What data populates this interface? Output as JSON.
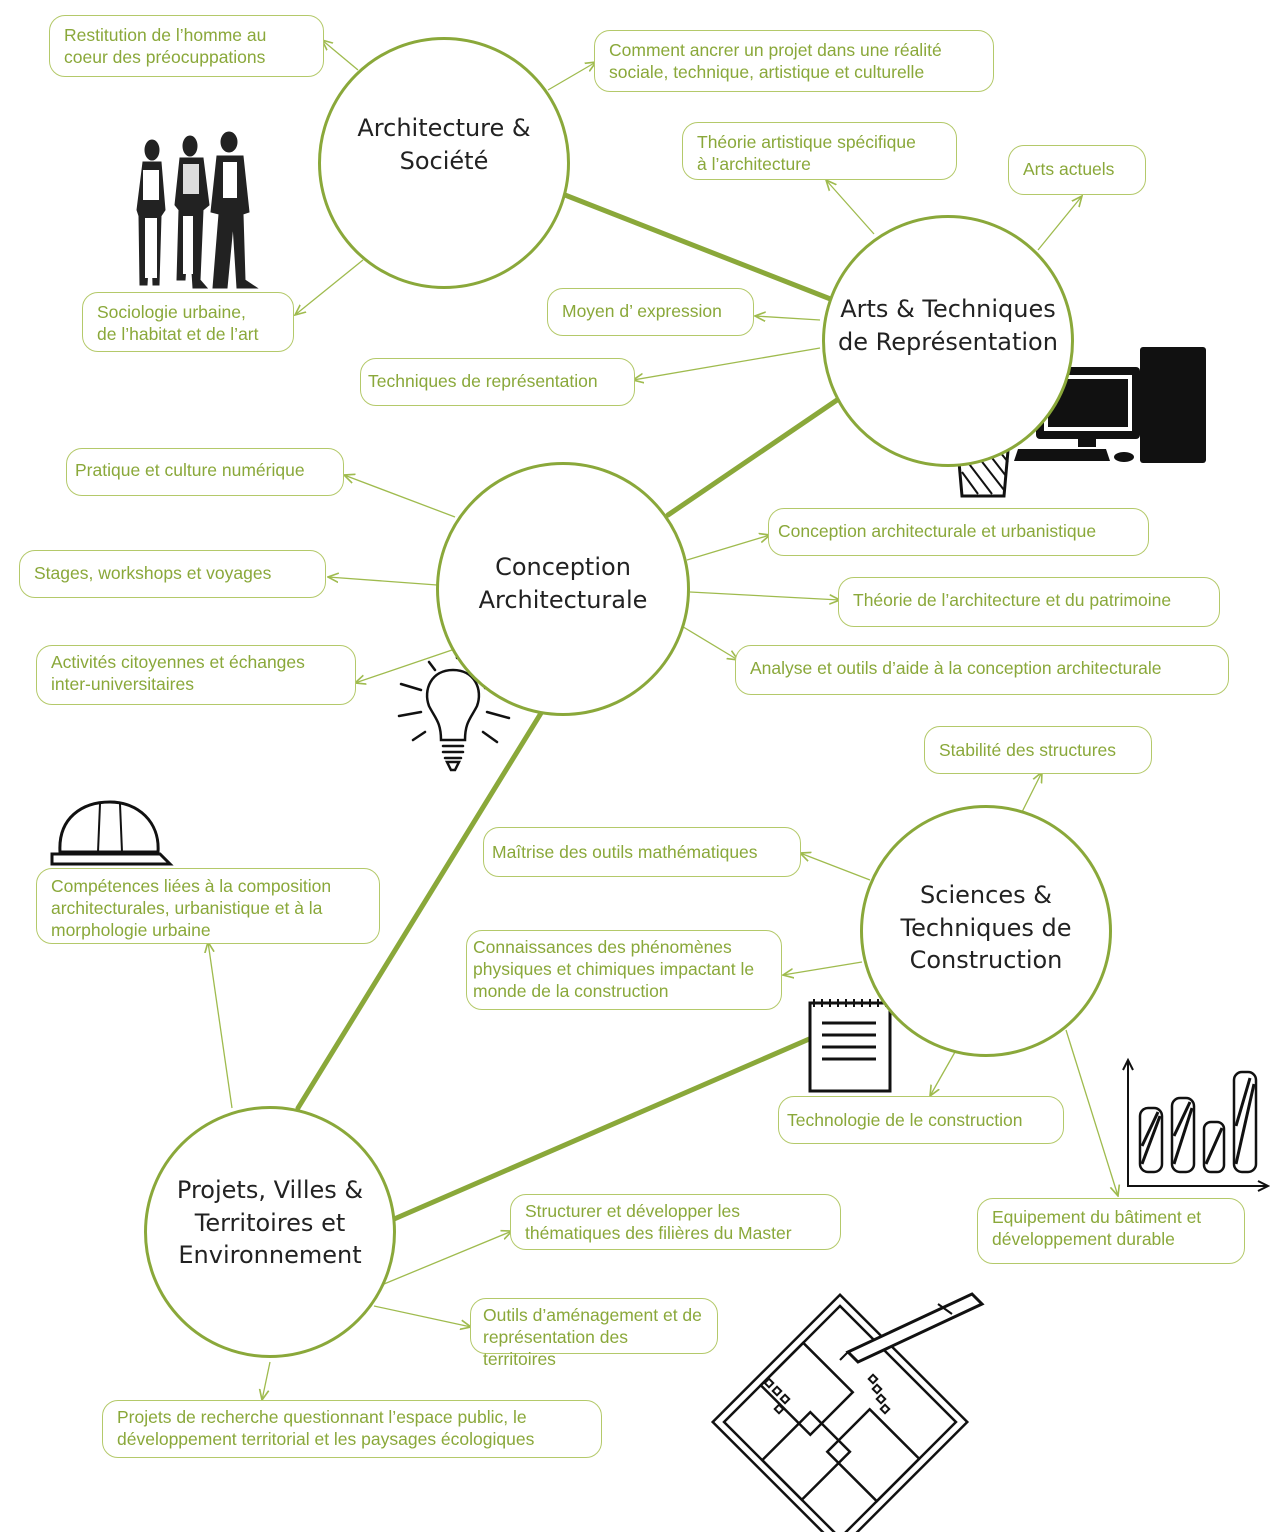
{
  "accent_color": "#8aa83a",
  "hubs": {
    "architecture_societe": "Architecture &\nSociété",
    "arts_techniques": "Arts & Techniques\nde Représentation",
    "conception": "Conception\nArchitecturale",
    "sciences": "Sciences &\nTechniques de\nConstruction",
    "projets": "Projets, Villes &\nTerritoires et\nEnvironnement"
  },
  "items": {
    "restitution": "Restitution de l’homme au\ncoeur des préocuppations",
    "comment_ancrer": "Comment ancrer un projet dans une réalité\nsociale, technique, artistique et culturelle",
    "theorie_artistique": "Théorie artistique spécifique\nà l’architecture",
    "arts_actuels": "Arts actuels",
    "sociologie": "Sociologie urbaine,\nde l’habitat et de l’art",
    "moyen_expression": "Moyen d’ expression",
    "techniques_representation": "Techniques de représentation",
    "pratique_numerique": "Pratique et culture numérique",
    "stages": "Stages, workshops et voyages",
    "activites": "Activités citoyennes et échanges\ninter-universitaires",
    "conception_urbanistique": "Conception architecturale et urbanistique",
    "theorie_patrimoine": "Théorie de l’architecture et du patrimoine",
    "analyse_outils": "Analyse et outils d’aide à la conception architecturale",
    "stabilite": "Stabilité des structures",
    "maitrise_math": "Maîtrise des outils mathématiques",
    "connaissances": "Connaissances des phénomènes\nphysiques et chimiques impactant le\nmonde de la construction",
    "technologie": "Technologie de le construction",
    "equipement": "Equipement du bâtiment et\ndéveloppement durable",
    "competences": "Compétences liées à la composition\narchitecturales, urbanistique et à la\nmorphologie urbaine",
    "structurer": "Structurer et développer les\nthématiques des filières du Master",
    "outils_amenagement": "Outils d’aménagement  et de\nreprésentation des territoires",
    "projets_recherche": "Projets de recherche questionnant l’espace public, le\ndéveloppement territorial et les paysages écologiques"
  },
  "illustrations": [
    "people-icon",
    "computer-icon",
    "pencil-cup-icon",
    "lightbulb-icon",
    "hardhat-icon",
    "notepad-icon",
    "bar-chart-icon",
    "floorplan-icon"
  ]
}
